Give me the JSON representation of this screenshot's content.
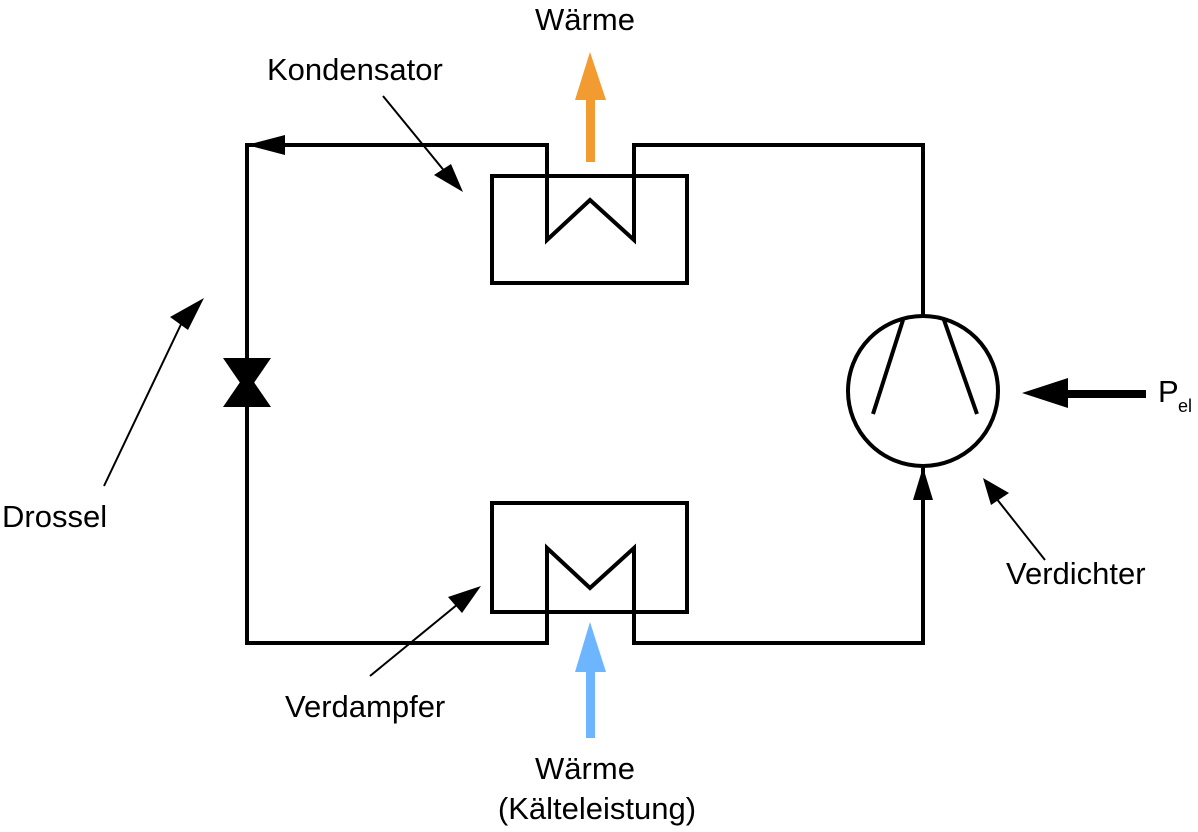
{
  "labels": {
    "heat_out": "Wärme",
    "condenser": "Kondensator",
    "throttle": "Drossel",
    "evaporator": "Verdampfer",
    "compressor": "Verdichter",
    "heat_in": "Wärme",
    "heat_in_note": "(Kälteleistung)",
    "power_symbol": "P",
    "power_subscript": "el"
  },
  "icons": {
    "condenser": "heat-exchanger-icon",
    "evaporator": "heat-exchanger-icon",
    "compressor": "compressor-icon",
    "throttle": "expansion-valve-icon"
  },
  "colors": {
    "heat_out_arrow": "#f19b30",
    "heat_in_arrow": "#6db6ff",
    "line": "#000000"
  }
}
